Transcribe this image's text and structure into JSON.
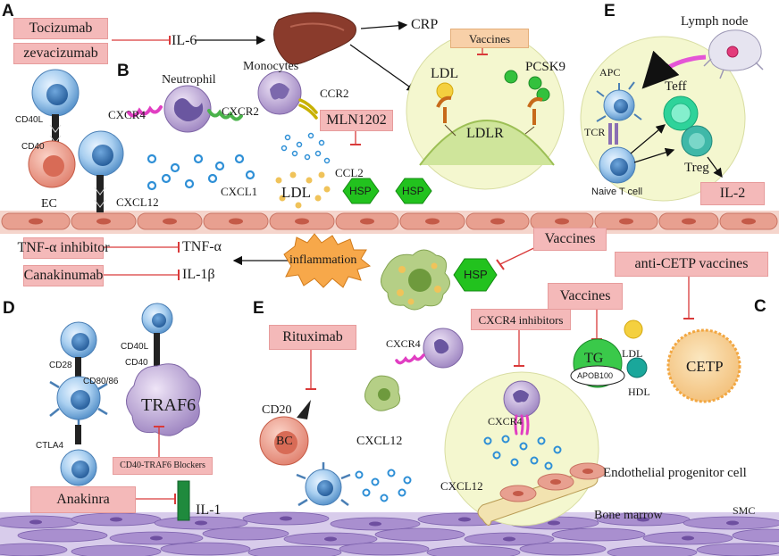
{
  "panel_letters": {
    "a": "A",
    "b": "B",
    "c": "C",
    "d": "D",
    "e1": "E",
    "e2": "E"
  },
  "boxes": {
    "tocizumab": "Tocizumab",
    "zevacizumab": "zevacizumab",
    "mln1202": "MLN1202",
    "tnf_inhibitor": "TNF-α inhibitor",
    "canakinumab": "Canakinumab",
    "vaccines_top": "Vaccines",
    "vaccines_hsp": "Vaccines",
    "anti_cetp": "anti-CETP vaccines",
    "vaccines_tg": "Vaccines",
    "il2": "IL-2",
    "rituximab": "Rituximab",
    "cxcr4_inhibitors": "CXCR4 inhibitors",
    "anakinra": "Anakinra",
    "cd40_traf6": "CD40-TRAF6 Blockers"
  },
  "labels": {
    "il6": "IL-6",
    "crp": "CRP",
    "ldl_circle": "LDL",
    "pcsk9": "PCSK9",
    "ldlr": "LDLR",
    "neutrophil": "Neutrophil",
    "monocytes": "Monocytes",
    "cxcr4_a": "CXCR4",
    "cxcr2": "CXCR2",
    "ccr2": "CCR2",
    "cd40l_a": "CD40L",
    "cd40_a": "CD40",
    "ec": "EC",
    "cxcl12_a": "CXCL12",
    "cxcl1": "CXCL1",
    "ldl_b": "LDL",
    "ccl2": "CCL2",
    "hsp1": "HSP",
    "hsp2": "HSP",
    "hsp3": "HSP",
    "tnf": "TNF-α",
    "il1b": "IL-1β",
    "inflammation": "inflammation",
    "lymph_node": "Lymph node",
    "apc": "APC",
    "teff": "Teff",
    "tcr": "TCR",
    "treg": "Treg",
    "naive_t": "Naive T cell",
    "ldl_c": "LDL",
    "hdl": "HDL",
    "cetp": "CETP",
    "tg": "TG",
    "apob100": "APOB100",
    "cd28": "CD28",
    "cd8086": "CD80/86",
    "ctla4": "CTLA4",
    "cd40l_d": "CD40L",
    "cd40_d": "CD40",
    "traf6": "TRAF6",
    "il1": "IL-1",
    "cd20": "CD20",
    "bc": "BC",
    "cxcr4_e": "CXCR4",
    "cxcl12_e": "CXCL12",
    "cxcr4_inner": "CXCR4",
    "cxcl12_inner": "CXCL12",
    "epc": "Endothelial progenitor cell",
    "bone_marrow": "Bone marrow",
    "smc": "SMC"
  },
  "colors": {
    "pink_box": "#f4b9b9",
    "hsp_green": "#22c21e",
    "circle_fill": "#f4f7cf",
    "endothelial": "#e8a090",
    "smc": "#a98fcf",
    "inhibit_red": "#d93a3a",
    "chemokine_blue": "#2e8fd6"
  }
}
